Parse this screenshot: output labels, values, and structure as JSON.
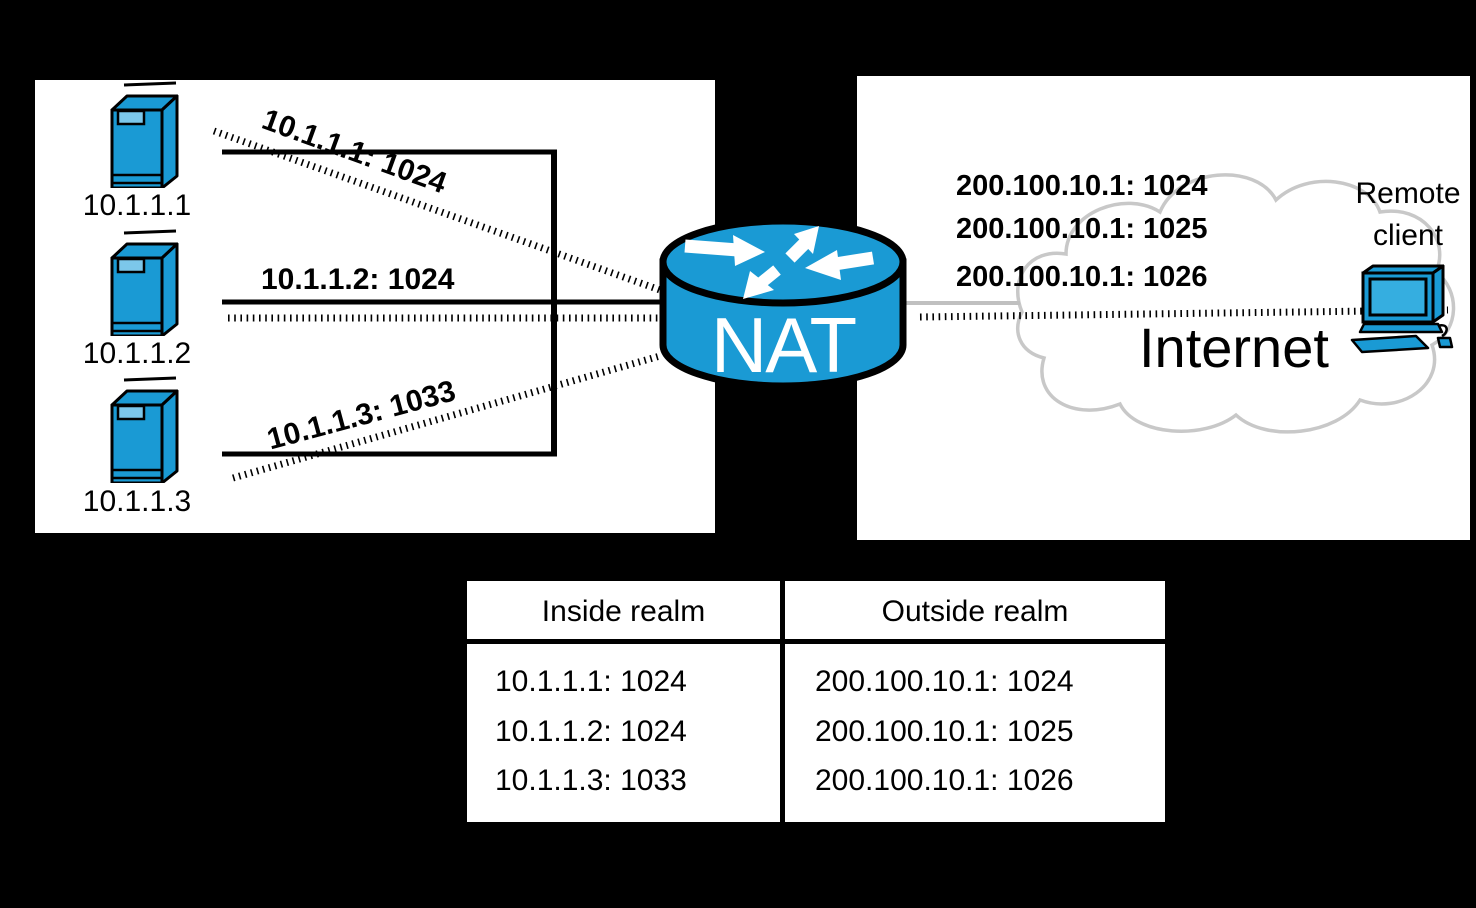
{
  "diagram": {
    "inside": {
      "hosts": [
        {
          "name": "10.1.1.1",
          "connection_label": "10.1.1.1: 1024"
        },
        {
          "name": "10.1.1.2",
          "connection_label": "10.1.1.2: 1024"
        },
        {
          "name": "10.1.1.3",
          "connection_label": "10.1.1.3: 1033"
        }
      ]
    },
    "router": {
      "label": "NAT"
    },
    "outside": {
      "mapped_flows": [
        "200.100.10.1: 1024",
        "200.100.10.1: 1025",
        "200.100.10.1: 1026"
      ],
      "cloud_label": "Internet",
      "remote_client": {
        "line1": "Remote",
        "line2": "client"
      }
    }
  },
  "nat_table": {
    "headers": [
      "Inside realm",
      "Outside realm"
    ],
    "rows": [
      [
        "10.1.1.1: 1024",
        "200.100.10.1: 1024"
      ],
      [
        "10.1.1.2: 1024",
        "200.100.10.1: 1025"
      ],
      [
        "10.1.1.3: 1033",
        "200.100.10.1: 1026"
      ]
    ]
  },
  "colors": {
    "background": "#000000",
    "panel": "#FFFFFF",
    "device_blue": "#1A9AD4",
    "device_blue_light": "#7CC7EA",
    "cloud_stroke": "#C8C8C8",
    "gray_line": "#C0C0C0",
    "text": "#000000"
  }
}
